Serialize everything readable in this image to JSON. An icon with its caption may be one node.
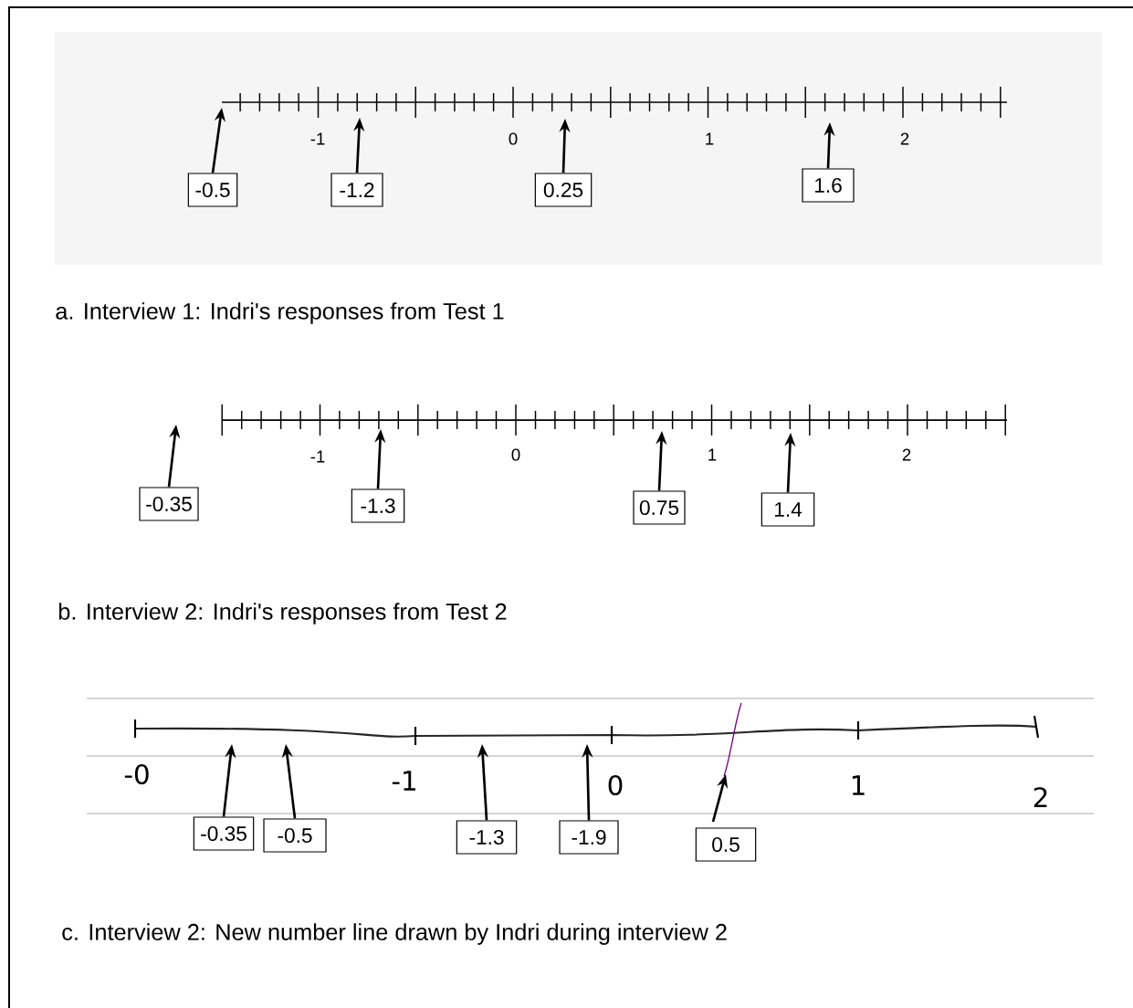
{
  "diagram": {
    "nodes": [
      {
        "text": [
          "-0.5"
        ]
      },
      {
        "text": [
          "-1.2"
        ]
      },
      {
        "text": [
          "0.25"
        ]
      },
      {
        "text": [
          "1.6"
        ]
      },
      {
        "text": [
          "-0.35"
        ]
      },
      {
        "text": [
          "-1.3"
        ]
      },
      {
        "text": [
          "0.75"
        ]
      },
      {
        "text": [
          "1.4"
        ]
      },
      {
        "text": [
          "-0.35"
        ]
      },
      {
        "text": [
          "-0.5"
        ]
      },
      {
        "text": [
          "-1.3"
        ]
      },
      {
        "text": [
          "-1.9"
        ]
      },
      {
        "text": [
          "0.5"
        ]
      }
    ],
    "edges": [
      {
        "from": 0,
        "to": null,
        "arrow": "to"
      },
      {
        "from": 1,
        "to": null,
        "arrow": "to"
      },
      {
        "from": 2,
        "to": null,
        "arrow": "to"
      },
      {
        "from": 3,
        "to": null,
        "arrow": "to"
      },
      {
        "from": 4,
        "to": null,
        "arrow": "to"
      },
      {
        "from": 5,
        "to": null,
        "arrow": "to"
      },
      {
        "from": 6,
        "to": null,
        "arrow": "to"
      },
      {
        "from": 7,
        "to": null,
        "arrow": "to"
      },
      {
        "from": 8,
        "to": null,
        "arrow": "to"
      },
      {
        "from": 9,
        "to": null,
        "arrow": "to"
      },
      {
        "from": 10,
        "to": null,
        "arrow": "to"
      },
      {
        "from": 11,
        "to": null,
        "arrow": "to"
      },
      {
        "from": 12,
        "to": null,
        "arrow": "to"
      }
    ],
    "labels": [
      "-1",
      "0",
      "1",
      "2",
      "a. Interview 1: Indri's responses from Test 1",
      "-1",
      "0",
      "1",
      "2",
      "b. Interview 2: Indri's responses from Test 2",
      "-0",
      "-1",
      "0",
      "1",
      "2",
      "c. Interview 2: New number line drawn by Indri during interview 2"
    ]
  }
}
